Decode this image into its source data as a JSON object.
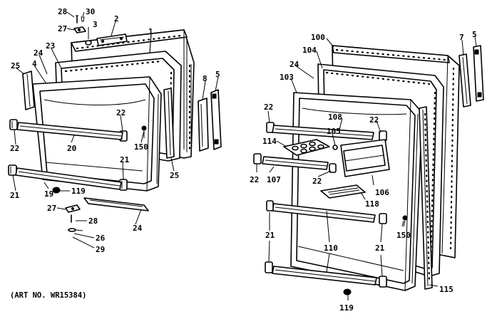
{
  "art_number": "(ART NO. WR15384)",
  "left_door": {
    "labels": {
      "p28": "28",
      "p30": "30",
      "p27_top": "27",
      "p3": "3",
      "p2": "2",
      "p1": "1",
      "p23": "23",
      "p24_top": "24",
      "p4": "4",
      "p25_left": "25",
      "p8": "8",
      "p5": "5",
      "p22_right": "22",
      "p150": "150",
      "p22_left": "22",
      "p20": "20",
      "p21_right": "21",
      "p25_bottom": "25",
      "p21_left": "21",
      "p19": "19",
      "p119": "119",
      "p27_bottom": "27",
      "p28_bottom": "28",
      "p24_bottom": "24",
      "p26": "26",
      "p29": "29"
    }
  },
  "right_door": {
    "labels": {
      "p100": "100",
      "p7": "7",
      "p5": "5",
      "p104": "104",
      "p24": "24",
      "p103": "103",
      "p22_top_left": "22",
      "p108": "108",
      "p22_top_right": "22",
      "p105": "105",
      "p114": "114",
      "p22_mid_left": "22",
      "p107": "107",
      "p22_mid": "22",
      "p106": "106",
      "p118": "118",
      "p21_left": "21",
      "p150": "150",
      "p110": "110",
      "p21_right": "21",
      "p115": "115",
      "p119": "119"
    }
  }
}
